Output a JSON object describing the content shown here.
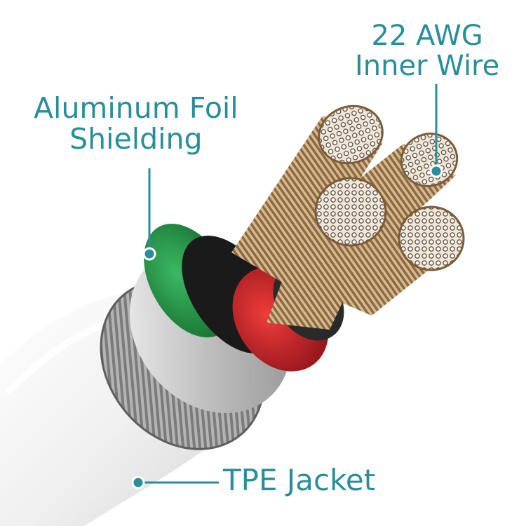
{
  "callouts": {
    "foil": {
      "line1": "Aluminum Foil",
      "line2": "Shielding"
    },
    "awg": {
      "line1": "22 AWG",
      "line2": "Inner Wire"
    },
    "tpe": {
      "text": "TPE Jacket"
    }
  },
  "colors": {
    "accent": "#2a8e99",
    "jacket": "#f1f1f1",
    "braid": "#8a8a8a",
    "foil": "#c9c9c9",
    "green_wire": "#1f8a3e",
    "red_wire": "#c81e25",
    "black_wire": "#1a1a1a",
    "copper": "#b08a5a"
  }
}
